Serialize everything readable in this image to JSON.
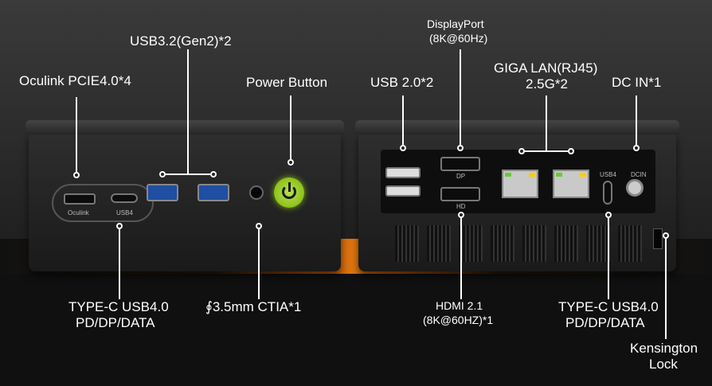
{
  "labels": {
    "oculink": "Oculink PCIE4.0*4",
    "usb32": "USB3.2(Gen2)*2",
    "power": "Power Button",
    "typec_front_1": "TYPE-C USB4.0",
    "typec_front_2": "PD/DP/DATA",
    "audio": "∮3.5mm CTIA*1",
    "displayport_1": "DisplayPort",
    "displayport_2": "(8K@60Hz)",
    "usb20": "USB 2.0*2",
    "lan_1": "GIGA LAN(RJ45)",
    "lan_2": "2.5G*2",
    "dcin": "DC IN*1",
    "hdmi_1": "HDMI 2.1",
    "hdmi_2": "(8K@60HZ)*1",
    "typec_back_1": "TYPE-C USB4.0",
    "typec_back_2": "PD/DP/DATA",
    "kensington_1": "Kensington",
    "kensington_2": "Lock"
  },
  "port_labels": {
    "oculink": "Oculink",
    "usb4_front": "USB4",
    "dp": "DP",
    "hdmi": "HD",
    "usb4_back": "USB4",
    "dcin": "DCIN"
  },
  "colors": {
    "accent": "#e27810",
    "power": "#8cc21c",
    "usb3": "#1f4ea3"
  }
}
